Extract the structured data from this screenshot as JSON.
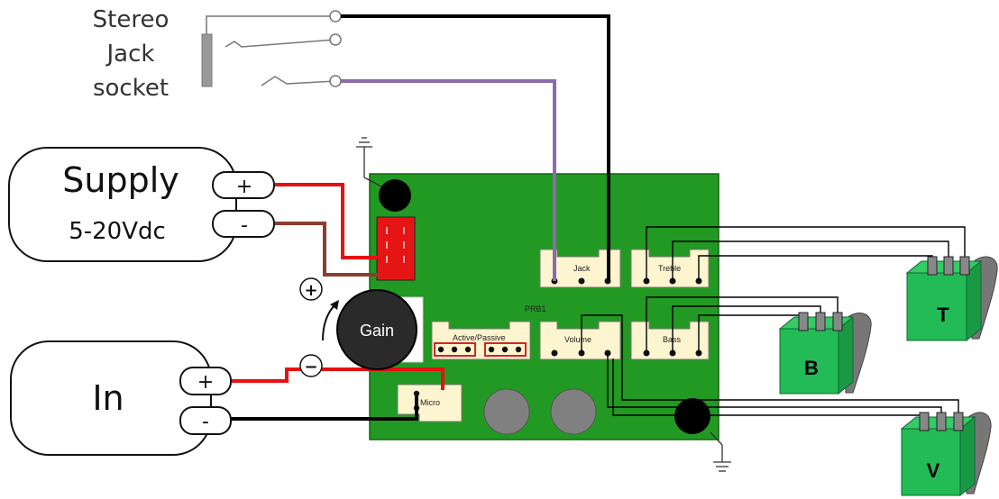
{
  "jack": {
    "label_line1": "Stereo",
    "label_line2": "Jack",
    "label_line3": "socket"
  },
  "supply": {
    "title": "Supply",
    "voltage": "5-20Vdc",
    "plus": "+",
    "minus": "-"
  },
  "input": {
    "title": "In",
    "plus": "+",
    "minus": "-"
  },
  "gain": {
    "label": "Gain",
    "plus_symbol": "+",
    "minus_symbol": "−"
  },
  "board": {
    "name": "PRB1",
    "connectors": {
      "jack": "Jack",
      "treble": "Treble",
      "bass": "Bass",
      "volume": "Volume",
      "active_passive": "Active/Passive",
      "micro": "Micro"
    }
  },
  "pots": {
    "treble": "T",
    "bass": "B",
    "volume": "V"
  },
  "colors": {
    "board": "#229922",
    "connector": "#fdf5cf",
    "pot": "#22bb55",
    "wire_red": "#e81010",
    "wire_brown": "#8b3e2f",
    "wire_purple": "#8a6bab",
    "wire_black": "#000000"
  }
}
